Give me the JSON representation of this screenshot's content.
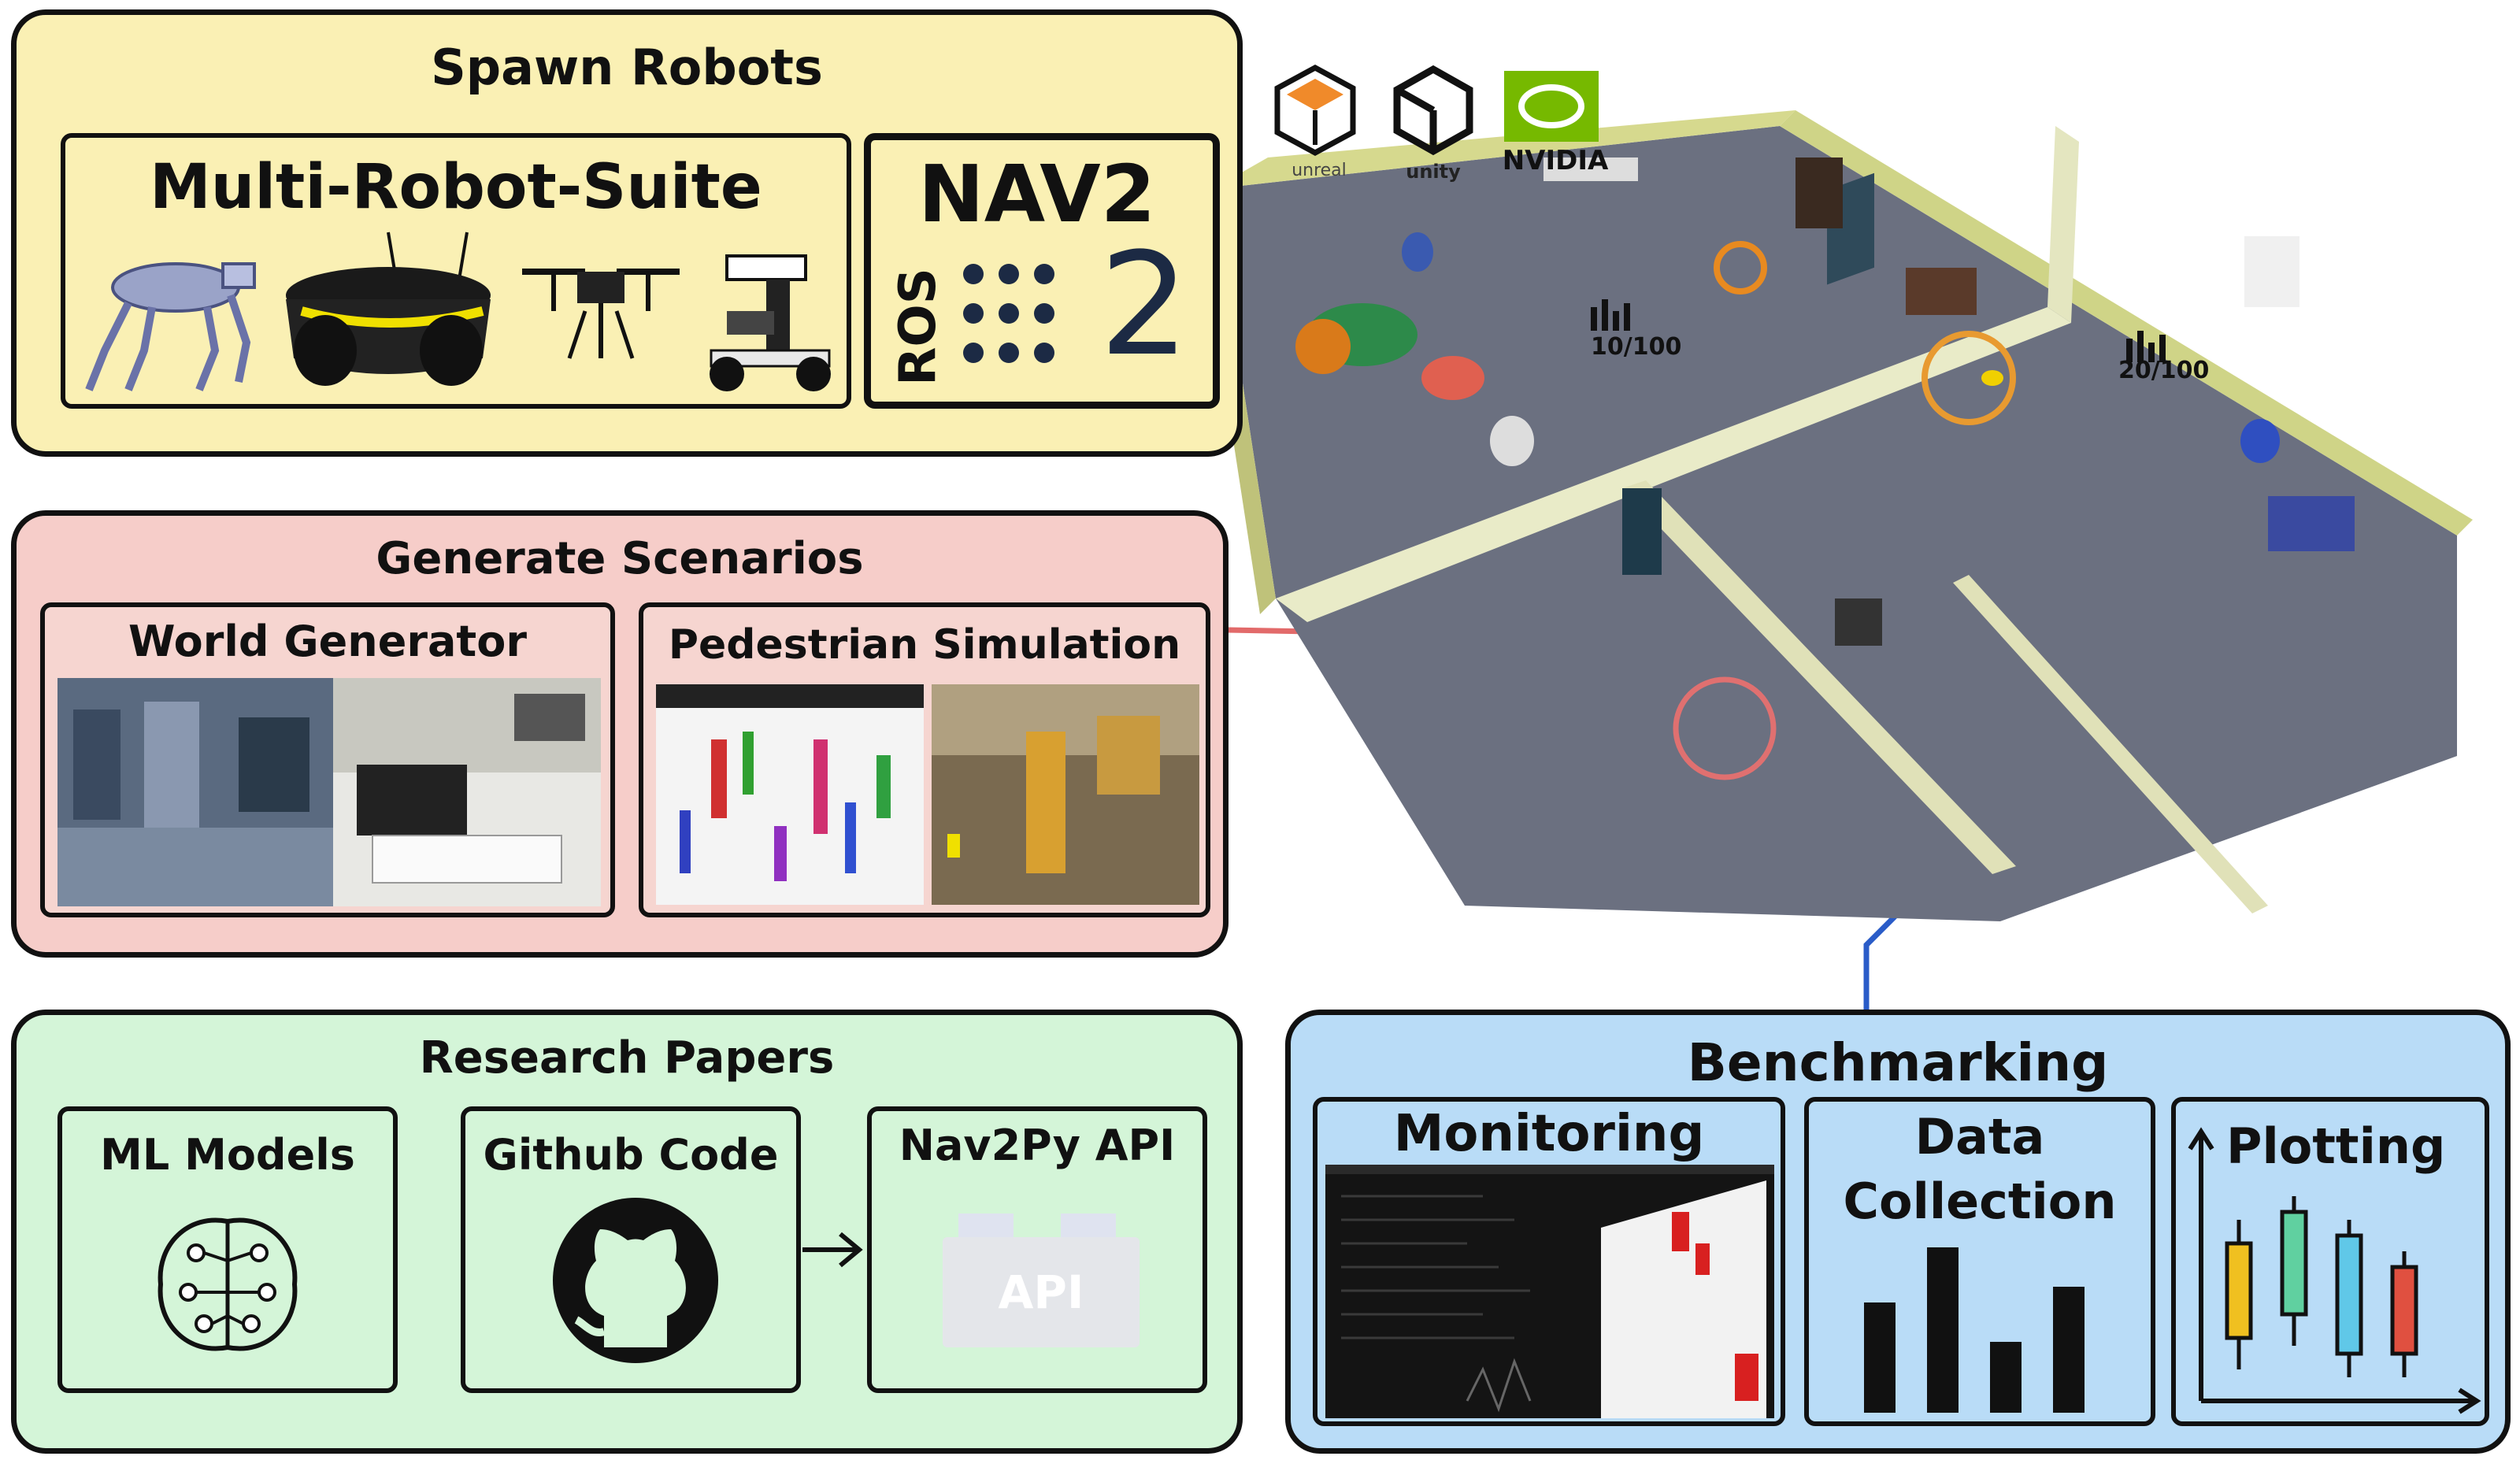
{
  "spawn": {
    "title": "Spawn Robots",
    "suite_label": "Multi-Robot-Suite",
    "nav2_label": "NAV2",
    "ros_label": "ROS",
    "ros_version": "2"
  },
  "engines": {
    "logo1": "unreal",
    "logo2": "unity",
    "logo3": "NVIDIA"
  },
  "scenarios": {
    "title": "Generate Scenarios",
    "world_label": "World Generator",
    "ped_label": "Pedestrian Simulation"
  },
  "research": {
    "title": "Research Papers",
    "ml_label": "ML Models",
    "github_label": "Github Code",
    "api_label": "Nav2Py API",
    "api_text": "API"
  },
  "bench": {
    "title": "Benchmarking",
    "monitoring_label": "Monitoring",
    "data_label_1": "Data",
    "data_label_2": "Collection",
    "plotting_label": "Plotting"
  },
  "map": {
    "counter_1": "10/100",
    "counter_2": "20/100"
  },
  "colors": {
    "spawn_bg": "#faf0b4",
    "scenario_bg": "#f6cdc9",
    "research_bg": "#d4f5d8",
    "bench_bg": "#b9dcf7",
    "orange_link": "#f0a030",
    "red_link": "#e26a6a",
    "blue_link": "#2a5cc8"
  }
}
